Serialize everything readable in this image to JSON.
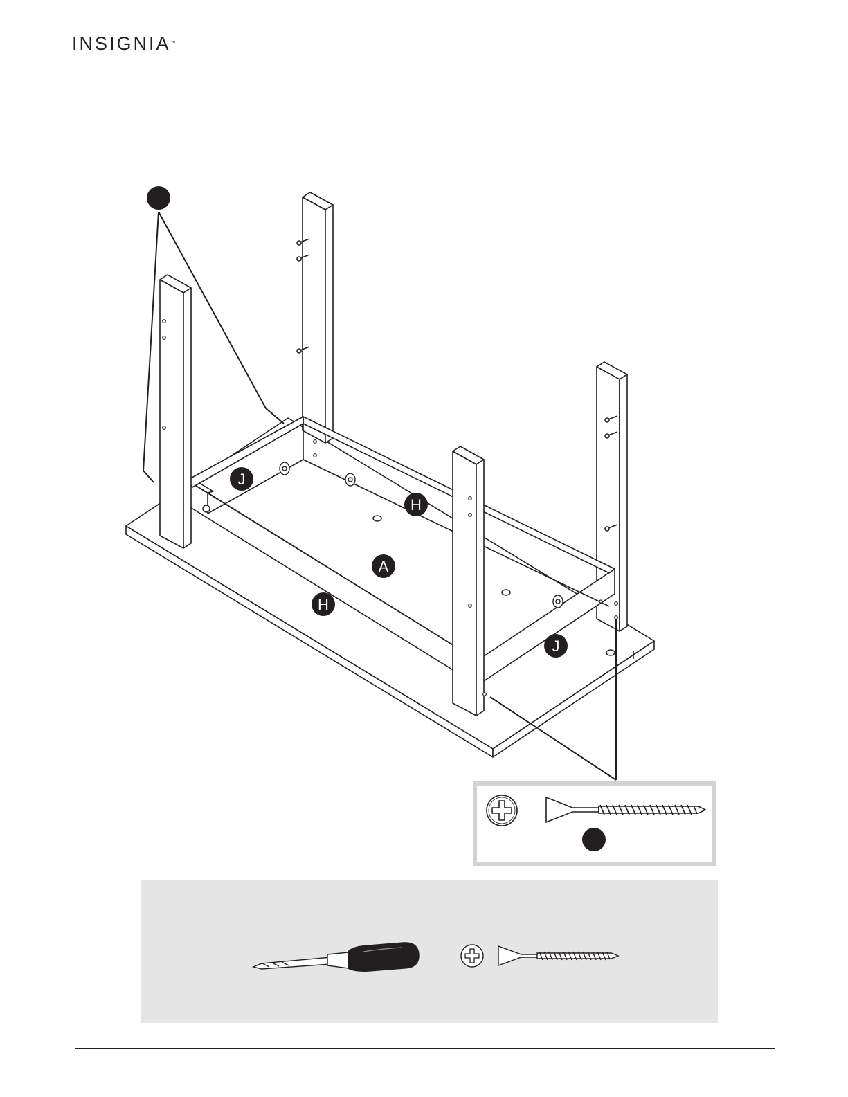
{
  "header": {
    "brand": "INSIGNIA",
    "brand_mark": "™"
  },
  "diagram": {
    "part_labels": {
      "tabletop": "A",
      "side_rail_back": "H",
      "side_rail_front": "H",
      "end_rail_left": "J",
      "end_rail_right": "J"
    },
    "callout_marker_top": "",
    "screw_callout_marker": ""
  },
  "icons": {
    "phillips": "phillips-head-icon",
    "screw": "wood-screw-icon",
    "screwdriver": "phillips-screwdriver-icon"
  },
  "colors": {
    "ink": "#231f20",
    "callout_border": "#d2d2d3",
    "tools_panel": "#e5e5e5"
  }
}
